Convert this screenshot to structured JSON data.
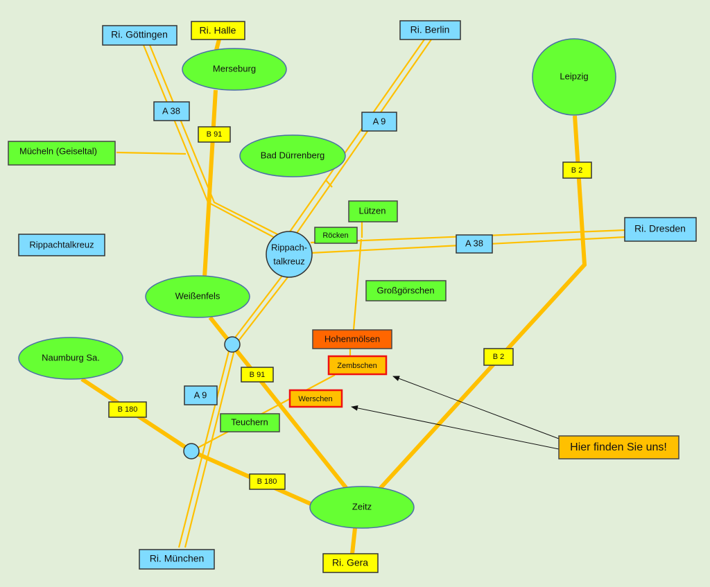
{
  "colors": {
    "background": "#e2eed9",
    "road": "#ffc000",
    "city": "#66ff33",
    "motorway_sign": "#7fdbff",
    "federal_sign": "#ffff00",
    "highlight": "#ff6600"
  },
  "directions": {
    "goettingen": "Ri. Göttingen",
    "halle": "Ri. Halle",
    "berlin": "Ri. Berlin",
    "dresden": "Ri. Dresden",
    "muenchen": "Ri. München",
    "gera": "Ri. Gera"
  },
  "cities": {
    "merseburg": "Merseburg",
    "leipzig": "Leipzig",
    "bad_duerrenberg": "Bad Dürrenberg",
    "weissenfels": "Weißenfels",
    "naumburg": "Naumburg Sa.",
    "zeitz": "Zeitz"
  },
  "places": {
    "muecheln": "Mücheln (Geiseltal)",
    "luetzen": "Lützen",
    "roecken": "Röcken",
    "grossgoerschen": "Großgörschen",
    "teuchern": "Teuchern",
    "hohenmoelsen": "Hohenmölsen",
    "zembschen": "Zembschen",
    "werschen": "Werschen"
  },
  "interchange": {
    "line1": "Rippach-",
    "line2": "talkreuz",
    "legend": "Rippachtalkreuz"
  },
  "roads": {
    "a38": "A 38",
    "a9": "A 9",
    "b91": "B 91",
    "b2": "B 2",
    "b180": "B 180"
  },
  "callout": "Hier finden Sie uns!"
}
